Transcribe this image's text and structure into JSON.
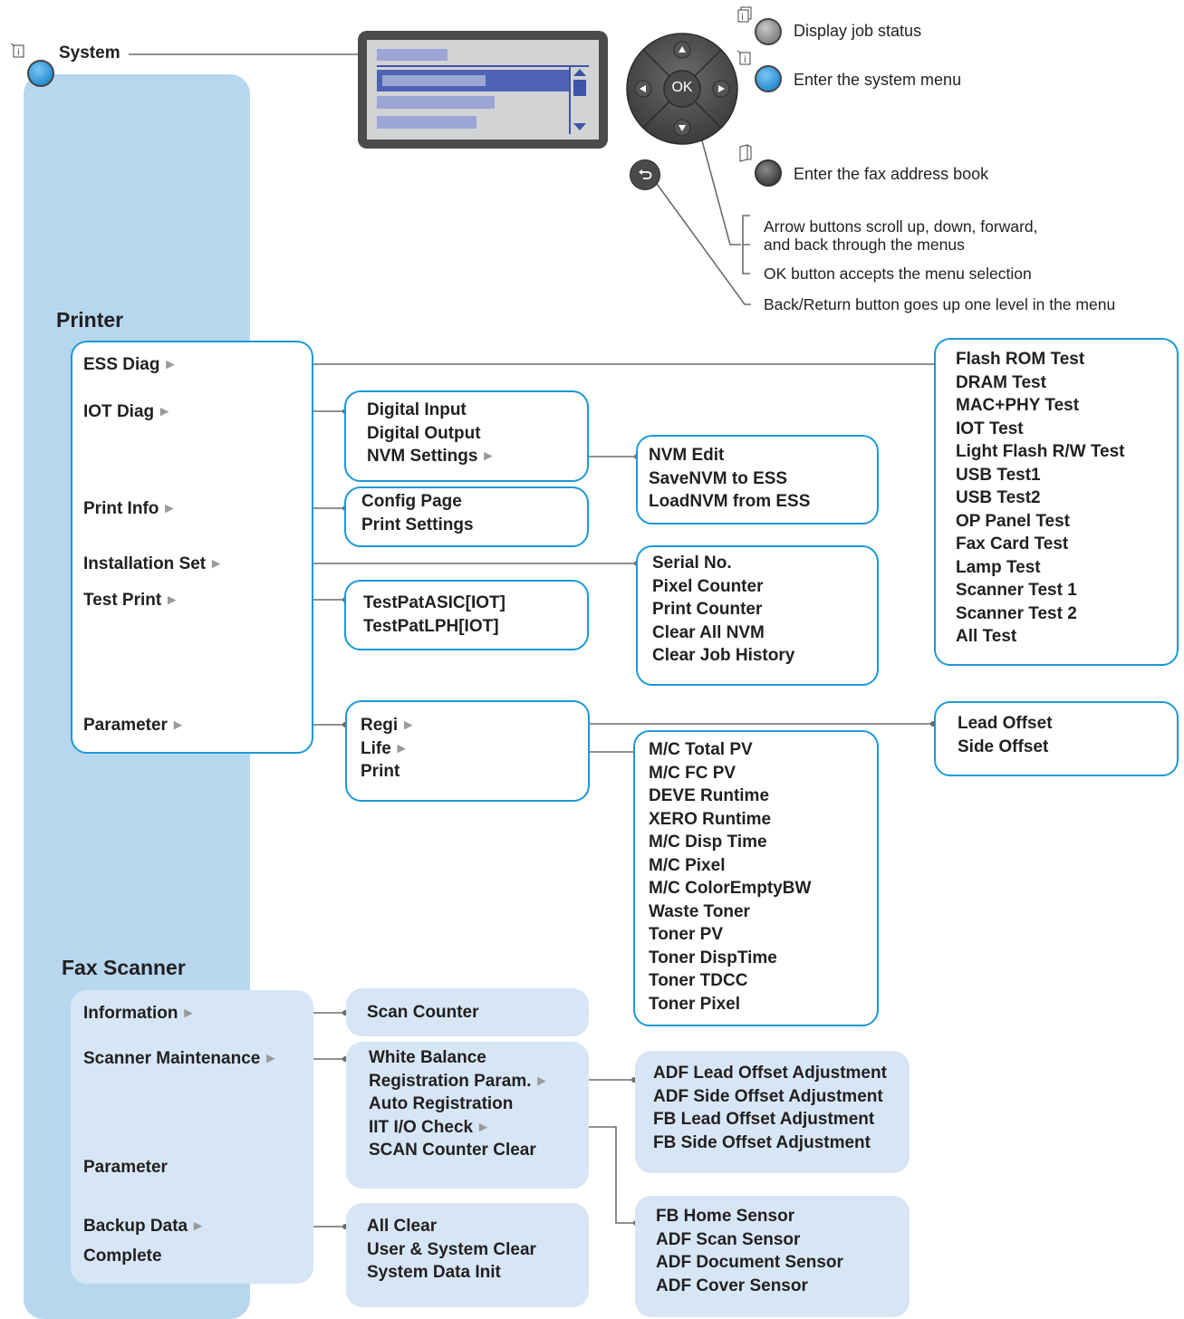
{
  "system": {
    "label": "System"
  },
  "panel_buttons": {
    "job_status": "Display job status",
    "system_menu": "Enter the system menu",
    "fax_book": "Enter the fax address book",
    "ok": "OK"
  },
  "callouts": {
    "arrows_line1": "Arrow buttons scroll up, down, forward,",
    "arrows_line2": "and back through the menus",
    "ok": "OK button accepts the menu selection",
    "back": "Back/Return button goes up one level in the menu"
  },
  "printer": {
    "title": "Printer",
    "menu": [
      "ESS Diag",
      "IOT Diag",
      "Print Info",
      "Installation Set",
      "Test Print",
      "Parameter"
    ],
    "iot_diag": [
      "Digital Input",
      "Digital Output",
      "NVM Settings"
    ],
    "nvm_settings": [
      "NVM Edit",
      "SaveNVM to ESS",
      "LoadNVM from ESS"
    ],
    "print_info": [
      "Config Page",
      "Print Settings"
    ],
    "installation_set": [
      "Serial No.",
      "Pixel Counter",
      "Print Counter",
      "Clear All NVM",
      "Clear Job History"
    ],
    "test_print": [
      "TestPatASIC[IOT]",
      "TestPatLPH[IOT]"
    ],
    "ess_diag": [
      "Flash ROM Test",
      "DRAM Test",
      "MAC+PHY Test",
      "IOT Test",
      "Light Flash R/W Test",
      "USB Test1",
      "USB Test2",
      "OP Panel Test",
      "Fax Card Test",
      "Lamp Test",
      "Scanner Test 1",
      "Scanner Test 2",
      "All Test"
    ],
    "parameter": [
      "Regi",
      "Life",
      "Print"
    ],
    "regi": [
      "Lead Offset",
      "Side Offset"
    ],
    "life": [
      "M/C Total PV",
      "M/C FC PV",
      "DEVE Runtime",
      "XERO Runtime",
      "M/C Disp Time",
      "M/C Pixel",
      "M/C ColorEmptyBW",
      "Waste Toner",
      "Toner PV",
      "Toner DispTime",
      "Toner TDCC",
      "Toner Pixel"
    ]
  },
  "fax_scanner": {
    "title": "Fax Scanner",
    "menu": [
      "Information",
      "Scanner Maintenance",
      "Parameter",
      "Backup Data",
      "Complete"
    ],
    "information": [
      "Scan Counter"
    ],
    "scanner_maintenance": [
      "White Balance",
      "Registration Param.",
      "Auto Registration",
      "IIT I/O Check",
      "SCAN Counter Clear"
    ],
    "registration_param": [
      "ADF Lead Offset Adjustment",
      "ADF Side Offset Adjustment",
      "FB Lead Offset Adjustment",
      "FB Side Offset Adjustment"
    ],
    "iit_io_check": [
      "FB Home Sensor",
      "ADF Scan Sensor",
      "ADF Document Sensor",
      "ADF Cover Sensor"
    ],
    "backup_data": [
      "All Clear",
      "User & System Clear",
      "System Data Init"
    ]
  },
  "colors": {
    "accent_blue": "#1a9ad6",
    "light_blue_fill": "#d6e6f5",
    "column_blue": "#b7d7ef",
    "panel_dark": "#4b4b4d",
    "connector_gray": "#666666"
  }
}
